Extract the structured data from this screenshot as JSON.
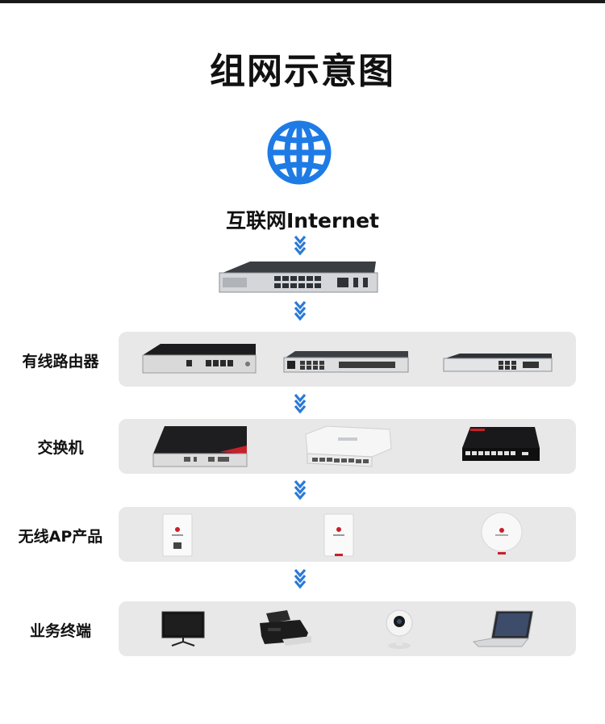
{
  "title": "组网示意图",
  "internet": {
    "label": "互联网Internet",
    "icon": "globe-icon",
    "color": "#1e7be5"
  },
  "colors": {
    "panel": "#e8e8e8",
    "arrow": "#2a7ad6",
    "accent_red": "#c8202a"
  },
  "rows": [
    {
      "label": "有线路由器",
      "devices": [
        "router-1u-black",
        "router-1u-silver",
        "router-1u-slim"
      ]
    },
    {
      "label": "交换机",
      "devices": [
        "switch-black-red",
        "switch-white-desktop",
        "switch-black-8port"
      ]
    },
    {
      "label": "无线AP产品",
      "devices": [
        "ap-wall-plate",
        "ap-wall-plate-slim",
        "ap-ceiling-round"
      ]
    },
    {
      "label": "业务终端",
      "devices": [
        "monitor-icon",
        "printer-icon",
        "security-camera-icon",
        "laptop-icon"
      ]
    }
  ]
}
